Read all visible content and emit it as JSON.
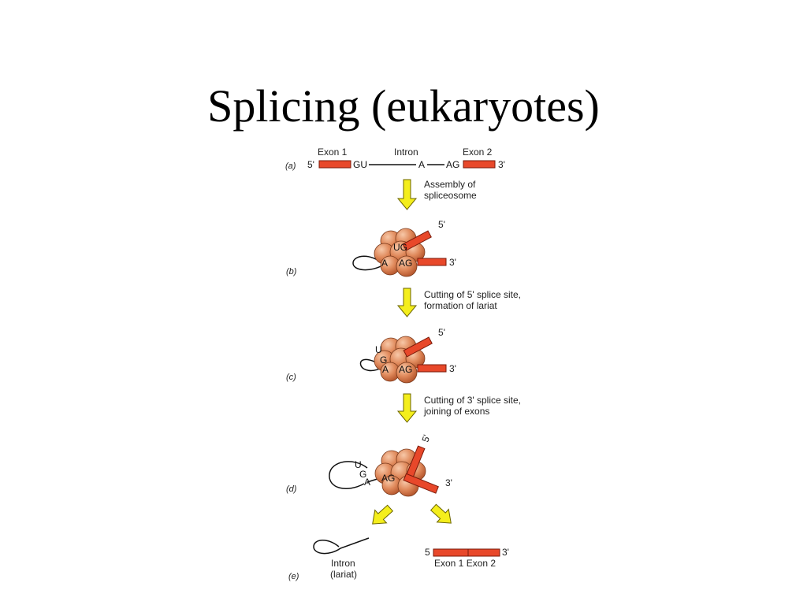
{
  "title": "Splicing (eukaryotes)",
  "colors": {
    "exon": "#e8482a",
    "exon_stroke": "#7a1a0a",
    "arrow": "#f4ee1c",
    "arrow_stroke": "#6b6400",
    "spliceosome": "#e08a5c",
    "spliceosome_stroke": "#7a3a1c"
  },
  "panels": {
    "a": {
      "tag": "(a)",
      "exon1": "Exon 1",
      "intron": "Intron",
      "exon2": "Exon 2",
      "five": "5'",
      "gu": "GU",
      "a": "A",
      "ag": "AG",
      "three": "3'"
    },
    "b": {
      "tag": "(b)",
      "ug": "UG",
      "a": "A",
      "ag": "AG",
      "five": "5'",
      "three": "3'"
    },
    "c": {
      "tag": "(c)",
      "u": "U",
      "g": "G",
      "a": "A",
      "ag": "AG",
      "five": "5'",
      "three": "3'"
    },
    "d": {
      "tag": "(d)",
      "u": "U",
      "g": "G",
      "a": "A",
      "ag": "AG",
      "five": "5'",
      "three": "3'"
    },
    "e": {
      "tag": "(e)",
      "intron": "Intron",
      "lariat": "(lariat)",
      "five": "5",
      "three": "3'",
      "exons": "Exon 1 Exon 2"
    }
  },
  "steps": [
    {
      "line1": "Assembly of",
      "line2": "spliceosome"
    },
    {
      "line1": "Cutting of 5' splice site,",
      "line2": "formation of lariat"
    },
    {
      "line1": "Cutting of 3' splice site,",
      "line2": "joining of exons"
    }
  ]
}
